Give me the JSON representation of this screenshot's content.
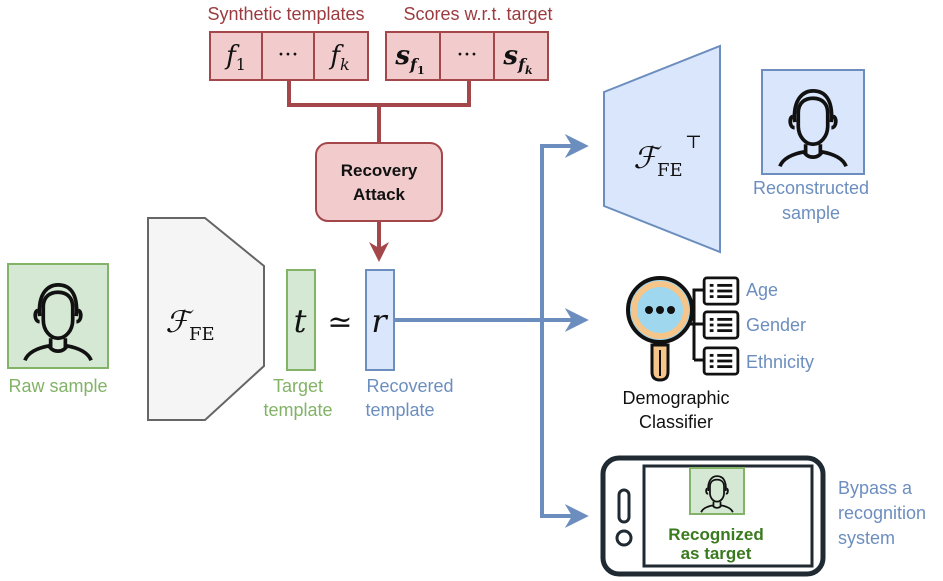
{
  "colors": {
    "red_stroke": "#A4474B",
    "red_fill": "#F2CCCC",
    "red_text": "#9C3B3F",
    "blue_stroke": "#6C8EBF",
    "blue_fill": "#DAE6FB",
    "blue_text": "#6C8EBF",
    "green_stroke": "#82B366",
    "green_fill": "#D5E8D4",
    "green_text": "#82B366",
    "green_dark_text": "#3A7A1F",
    "gray_stroke": "#666666",
    "gray_fill": "#F5F5F5",
    "dark_frame": "#1F2A33"
  },
  "labels": {
    "synthetic_templates": "Synthetic templates",
    "scores_wrt_target": "Scores w.r.t. target",
    "recovery_attack_line1": "Recovery",
    "recovery_attack_line2": "Attack",
    "raw_sample": "Raw sample",
    "target_template_line1": "Target",
    "target_template_line2": "template",
    "recovered_template_line1": "Recovered",
    "recovered_template_line2": "template",
    "reconstructed_sample_line1": "Reconstructed",
    "reconstructed_sample_line2": "sample",
    "age": "Age",
    "gender": "Gender",
    "ethnicity": "Ethnicity",
    "demographic_classifier_line1": "Demographic",
    "demographic_classifier_line2": "Classifier",
    "recognized_line1": "Recognized",
    "recognized_line2": "as target",
    "bypass_line1": "Bypass a",
    "bypass_line2": "recognition",
    "bypass_line3": "system"
  },
  "math": {
    "f1_base": "f",
    "f1_sub": "1",
    "ellipsis": "···",
    "fk_base": "f",
    "fk_sub": "k",
    "s_base": "s",
    "s_f": "f",
    "s_sub1": "1",
    "s_subk": "k",
    "F_script": "ℱ",
    "FE_sub": "FE",
    "transpose": "⊤",
    "t": "t",
    "simeq": "≃",
    "r": "r"
  },
  "icons": {
    "raw_face": "person-face-icon",
    "reconstructed_face": "person-face-icon",
    "recognized_face": "person-face-icon",
    "magnifier": "magnifier-icon",
    "document": "document-icon",
    "phone": "smartphone-icon"
  }
}
